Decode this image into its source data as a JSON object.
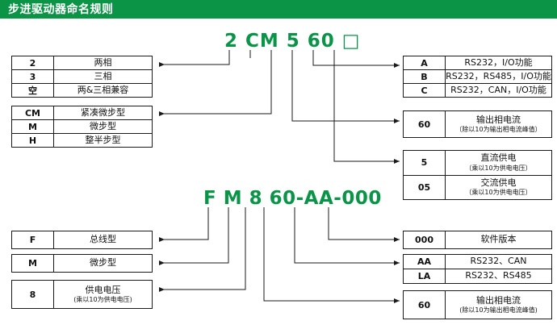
{
  "header": {
    "title": "步进驱动器命名规则",
    "bar_color": "#0b9346"
  },
  "codes": {
    "accent_color": "#0a9448",
    "top": "2 CM 5 60 □",
    "bottom": "F M 8 60-AA-000"
  },
  "tables": {
    "phase": {
      "rows": [
        {
          "key": "2",
          "value": "两相",
          "note": ""
        },
        {
          "key": "3",
          "value": "三相",
          "note": ""
        },
        {
          "key": "空",
          "value": "两&三相兼容",
          "note": ""
        }
      ]
    },
    "type": {
      "rows": [
        {
          "key": "CM",
          "value": "紧凑微步型",
          "note": ""
        },
        {
          "key": "M",
          "value": "微步型",
          "note": ""
        },
        {
          "key": "H",
          "value": "整半步型",
          "note": ""
        }
      ]
    },
    "comm": {
      "rows": [
        {
          "key": "A",
          "value": "RS232，I/O功能",
          "note": ""
        },
        {
          "key": "B",
          "value": "RS232，RS485，I/O功能",
          "note": ""
        },
        {
          "key": "C",
          "value": "RS232，CAN，I/O功能",
          "note": ""
        }
      ]
    },
    "current_top": {
      "rows": [
        {
          "key": "60",
          "value": "输出相电流",
          "note": "（除以10为输出相电流峰值）"
        }
      ]
    },
    "supply": {
      "rows": [
        {
          "key": "5",
          "value": "直流供电",
          "note": "（乘以10为供电电压）"
        },
        {
          "key": "05",
          "value": "交流供电",
          "note": "（乘以10为供电电压）"
        }
      ]
    },
    "bus": {
      "rows": [
        {
          "key": "F",
          "value": "总线型",
          "note": ""
        }
      ]
    },
    "microstep": {
      "rows": [
        {
          "key": "M",
          "value": "微步型",
          "note": ""
        }
      ]
    },
    "voltage": {
      "rows": [
        {
          "key": "8",
          "value": "供电电压",
          "note": "(乘以10为供电电压)"
        }
      ]
    },
    "version": {
      "rows": [
        {
          "key": "000",
          "value": "软件版本",
          "note": ""
        }
      ]
    },
    "protocol": {
      "rows": [
        {
          "key": "AA",
          "value": "RS232、CAN",
          "note": ""
        },
        {
          "key": "LA",
          "value": "RS232、RS485",
          "note": ""
        }
      ]
    },
    "current_bottom": {
      "rows": [
        {
          "key": "60",
          "value": "输出相电流",
          "note": "(除以10为输出相电流峰值)"
        }
      ]
    }
  }
}
